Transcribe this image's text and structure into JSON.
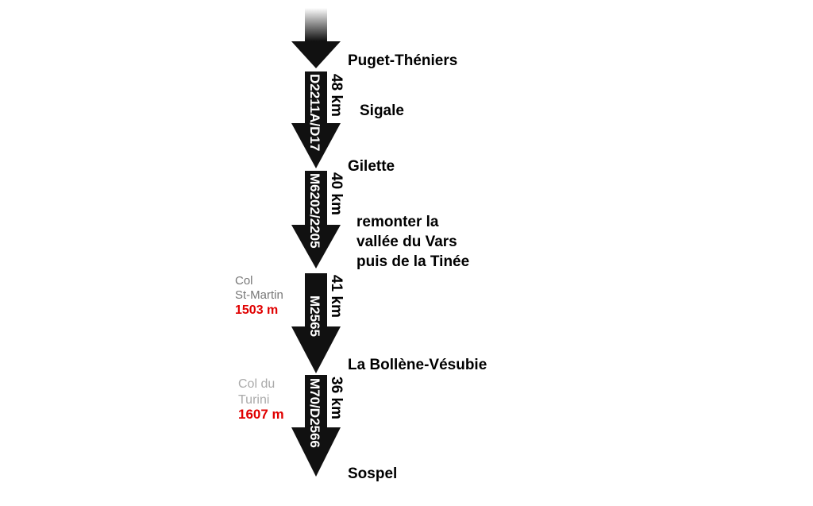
{
  "colors": {
    "arrow": "#111111",
    "road_label": "#ffffff",
    "distance_label": "#000000",
    "place": "#000000",
    "altitude": "#e00000",
    "pass_name_dark": "#777777",
    "pass_name_light": "#aaaaaa"
  },
  "places": {
    "start": "Puget-Théniers",
    "sigale": "Sigale",
    "gilette": "Gilette",
    "la_bollene": "La Bollène-Vésubie",
    "sospel": "Sospel"
  },
  "segments": [
    {
      "road": "D2211A/D17",
      "distance": "48 km"
    },
    {
      "road": "M6202/2205",
      "distance": "40 km"
    },
    {
      "road": "M2565",
      "distance": "41 km"
    },
    {
      "road": "M70/D2566",
      "distance": "36 km"
    }
  ],
  "note": {
    "line1": "remonter la",
    "line2": "vallée du Vars",
    "line3": "puis de la Tinée"
  },
  "passes": [
    {
      "name_line1": "Col",
      "name_line2": "St-Martin",
      "altitude": "1503 m"
    },
    {
      "name_line1": "Col du",
      "name_line2": "Turini",
      "altitude": "1607 m"
    }
  ],
  "icons": {
    "arrow": "arrow-down-icon"
  }
}
